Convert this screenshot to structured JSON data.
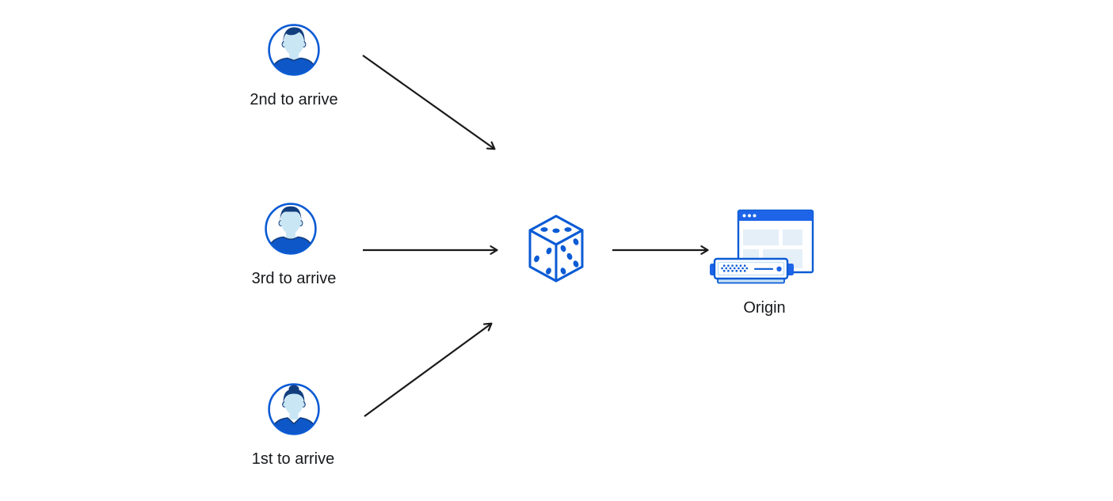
{
  "nodes": {
    "user_top": {
      "label": "2nd to arrive"
    },
    "user_middle": {
      "label": "3rd to arrive"
    },
    "user_bottom": {
      "label": "1st to arrive"
    },
    "dice": {
      "label": ""
    },
    "origin": {
      "label": "Origin"
    }
  },
  "edges": [
    {
      "from": "user_top",
      "to": "dice"
    },
    {
      "from": "user_middle",
      "to": "dice"
    },
    {
      "from": "user_bottom",
      "to": "dice"
    },
    {
      "from": "dice",
      "to": "origin"
    }
  ],
  "colors": {
    "outline_blue": "#0B5BD5",
    "accent_blue": "#1D64E8",
    "shirt_blue": "#0E57C8",
    "dark_navy": "#123E7E",
    "skin_light_blue": "#C9E6F5",
    "panel_light_blue": "#E4EFF8",
    "server_base_blue": "#C7E2F6",
    "arrow_black": "#1A1A1A",
    "background": "#FFFFFF"
  }
}
